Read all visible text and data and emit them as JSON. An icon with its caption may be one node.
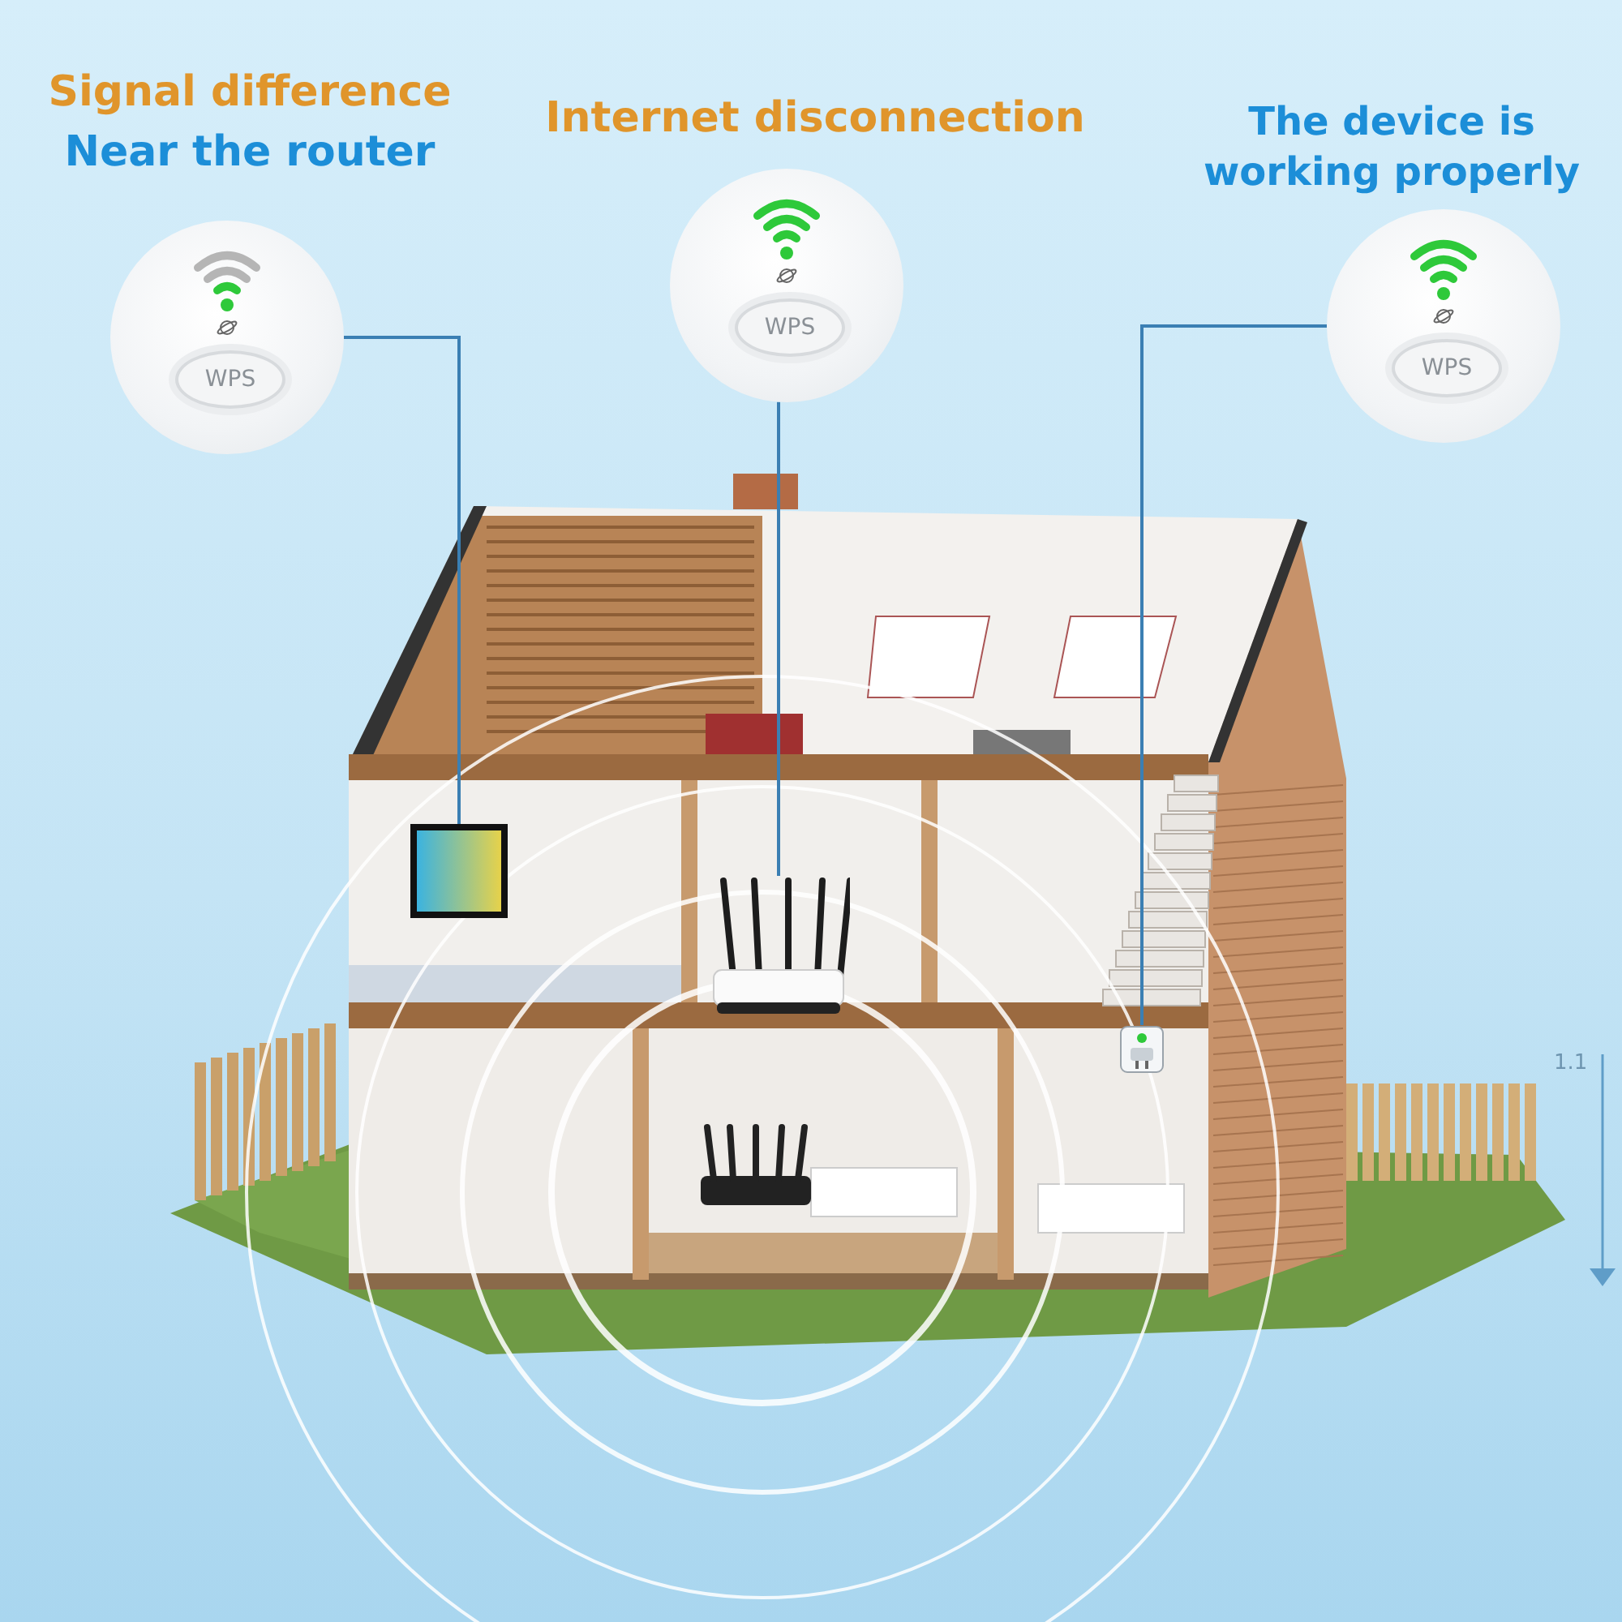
{
  "diagram": {
    "nodes": [
      {
        "text": [
          "Signal difference",
          "Near the router",
          "WPS"
        ]
      },
      {
        "text": [
          "Internet disconnection",
          "WPS"
        ]
      },
      {
        "text": [
          "The device is working properly",
          "WPS"
        ]
      },
      {
        "text": [],
        "shape": "picture"
      },
      {
        "text": [],
        "shape": "picture"
      },
      {
        "text": [],
        "shape": "picture"
      }
    ],
    "edges": [
      {
        "from": 0,
        "to": 3,
        "arrow": "none"
      },
      {
        "from": 1,
        "to": 4,
        "arrow": "none"
      },
      {
        "from": 2,
        "to": 5,
        "arrow": "none"
      }
    ],
    "labels": [
      "1.1"
    ]
  }
}
